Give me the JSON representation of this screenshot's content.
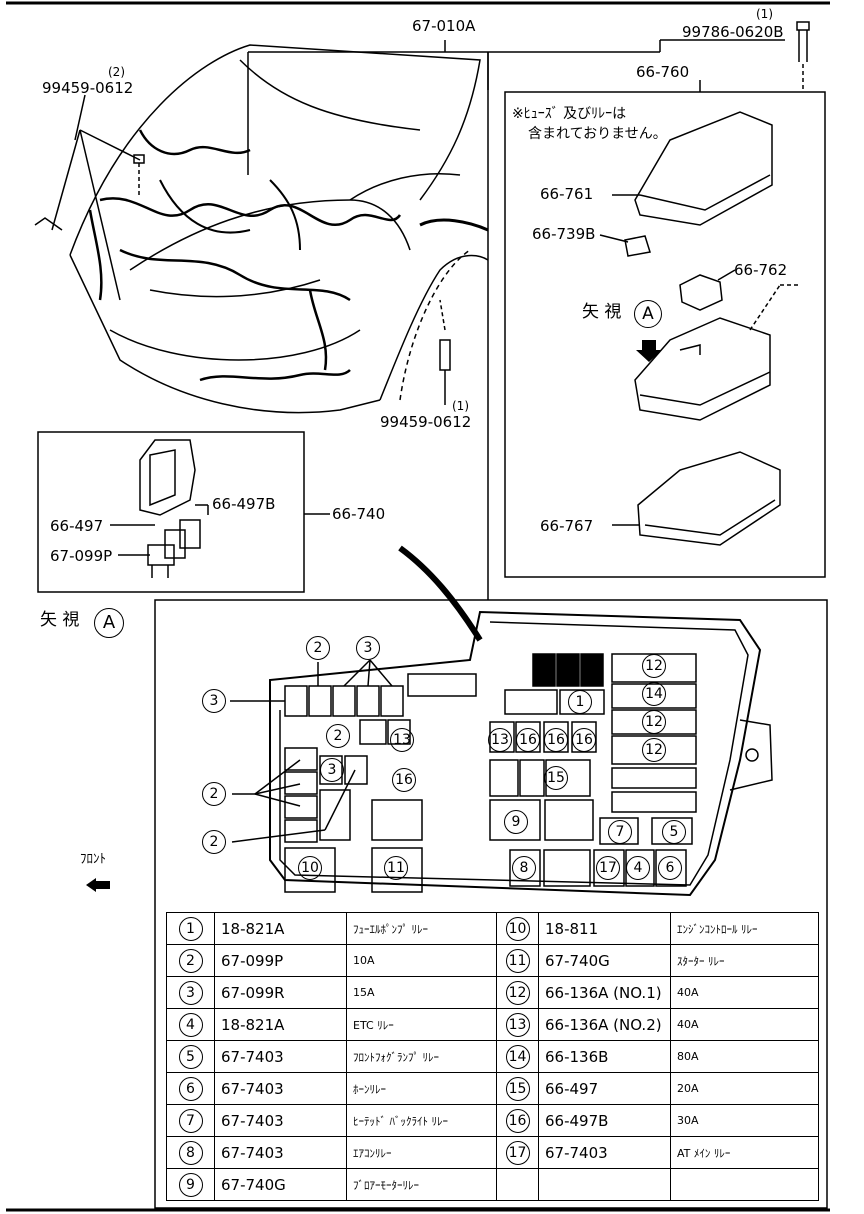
{
  "labels": {
    "harness_main": "67-010A",
    "bolt_qty_top": "(1)",
    "bolt_top": "99786-0620B",
    "box_assy": "66-760",
    "bolt_qty_left": "(2)",
    "bolt_left": "99459-0612",
    "bolt_qty_lower": "(1)",
    "bolt_lower": "99459-0612",
    "note_line1": "※ﾋｭｰｽﾞ 及びﾘﾚｰは",
    "note_line2": "含まれておりません。",
    "cover": "66-761",
    "clip": "66-739B",
    "relay_small": "66-762",
    "view_label": "矢 視",
    "view_letter": "A",
    "lower_cover": "66-767",
    "puller_assy": "66-740",
    "puller": "66-497",
    "puller_b": "66-497B",
    "fuse": "67-099P",
    "view_title": "矢 視",
    "view_title_letter": "A",
    "front": "ﾌﾛﾝﾄ"
  },
  "callouts": {
    "c2": "2",
    "c3": "3",
    "c9": "9",
    "c10": "10",
    "c11": "11",
    "c1": "1",
    "c12": "12",
    "c13": "13",
    "c14": "14",
    "c15": "15",
    "c16": "16",
    "c5": "5",
    "c6": "6",
    "c7": "7",
    "c8": "8",
    "c17": "17",
    "c4": "4"
  },
  "parts_table": {
    "left": [
      {
        "no": "1",
        "part": "18-821A",
        "desc": "ﾌｭｰｴﾙﾎﾟﾝﾌﾟ ﾘﾚｰ"
      },
      {
        "no": "2",
        "part": "67-099P",
        "desc": "10A"
      },
      {
        "no": "3",
        "part": "67-099R",
        "desc": "15A"
      },
      {
        "no": "4",
        "part": "18-821A",
        "desc": "ETC ﾘﾚｰ"
      },
      {
        "no": "5",
        "part": "67-7403",
        "desc": "ﾌﾛﾝﾄﾌｫｸﾞﾗﾝﾌﾟ ﾘﾚｰ"
      },
      {
        "no": "6",
        "part": "67-7403",
        "desc": "ﾎｰﾝﾘﾚｰ"
      },
      {
        "no": "7",
        "part": "67-7403",
        "desc": "ﾋｰﾃｯﾄﾞ ﾊﾞｯｸﾗｲﾄ ﾘﾚｰ"
      },
      {
        "no": "8",
        "part": "67-7403",
        "desc": "ｴｱｺﾝﾘﾚｰ"
      },
      {
        "no": "9",
        "part": "67-740G",
        "desc": "ﾌﾞﾛｱｰﾓｰﾀｰﾘﾚｰ"
      }
    ],
    "right": [
      {
        "no": "10",
        "part": "18-811",
        "desc": "ｴﾝｼﾞﾝｺﾝﾄﾛｰﾙ ﾘﾚｰ"
      },
      {
        "no": "11",
        "part": "67-740G",
        "desc": "ｽﾀｰﾀｰ ﾘﾚｰ"
      },
      {
        "no": "12",
        "part": "66-136A (NO.1)",
        "desc": "40A"
      },
      {
        "no": "13",
        "part": "66-136A (NO.2)",
        "desc": "40A"
      },
      {
        "no": "14",
        "part": "66-136B",
        "desc": "80A"
      },
      {
        "no": "15",
        "part": "66-497",
        "desc": "20A"
      },
      {
        "no": "16",
        "part": "66-497B",
        "desc": "30A"
      },
      {
        "no": "17",
        "part": "67-7403",
        "desc": "AT ﾒｲﾝ ﾘﾚｰ"
      },
      {
        "no": "",
        "part": "",
        "desc": ""
      }
    ]
  }
}
